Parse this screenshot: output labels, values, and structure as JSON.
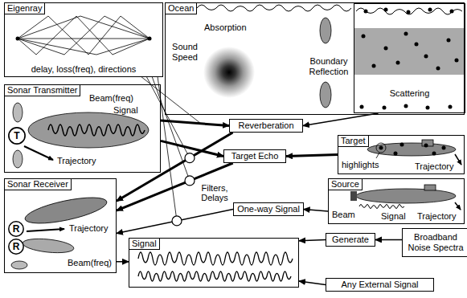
{
  "diagram": {
    "nodes": [
      {
        "text": [
          "Eigenray",
          "delay, loss(freq), directions"
        ]
      },
      {
        "text": [
          "Ocean",
          "Sound Speed",
          "Absorption",
          "Boundary Reflection"
        ]
      },
      {
        "text": [
          "Scattering"
        ],
        "in": 1
      },
      {
        "text": [
          "Sonar Transmitter",
          "Beam(freq)",
          "Signal",
          "Trajectory"
        ]
      },
      {
        "text": [
          "T"
        ],
        "in": 3
      },
      {
        "text": [
          "Reverberation"
        ]
      },
      {
        "text": [
          "Target",
          "highlights",
          "Trajectory"
        ]
      },
      {
        "text": [
          "Target Echo"
        ]
      },
      {
        "text": [
          "Sonar Receiver",
          "Trajectory",
          "Beam(freq)"
        ]
      },
      {
        "text": [
          "R"
        ],
        "in": 8
      },
      {
        "text": [
          "R"
        ],
        "in": 8
      },
      {
        "text": [
          "Source",
          "Beam",
          "Signal",
          "Trajectory"
        ]
      },
      {
        "text": [
          "One-way Signal"
        ]
      },
      {
        "text": [
          "Signal"
        ]
      },
      {
        "text": [
          "Generate"
        ]
      },
      {
        "text": [
          "Broadband Noise Spectra"
        ]
      },
      {
        "text": [
          "Any External Signal"
        ]
      }
    ],
    "edges": [
      {
        "from": 2,
        "to": 5,
        "arrow": "to"
      },
      {
        "from": 3,
        "to": 5,
        "arrow": "to"
      },
      {
        "from": 3,
        "to": 7,
        "arrow": "to"
      },
      {
        "from": 6,
        "to": 7,
        "arrow": "to"
      },
      {
        "from": 5,
        "to": 8,
        "arrow": "to"
      },
      {
        "from": 7,
        "to": 8,
        "arrow": "to"
      },
      {
        "from": 11,
        "to": 12,
        "arrow": "to"
      },
      {
        "from": 12,
        "to": 8,
        "arrow": "to"
      },
      {
        "from": 8,
        "to": 13,
        "arrow": "to"
      },
      {
        "from": 14,
        "to": 13,
        "arrow": "to"
      },
      {
        "from": 15,
        "to": 14,
        "arrow": "to"
      },
      {
        "from": 16,
        "to": 13,
        "arrow": "to"
      }
    ],
    "labels": [
      "Filters, Delays"
    ]
  }
}
